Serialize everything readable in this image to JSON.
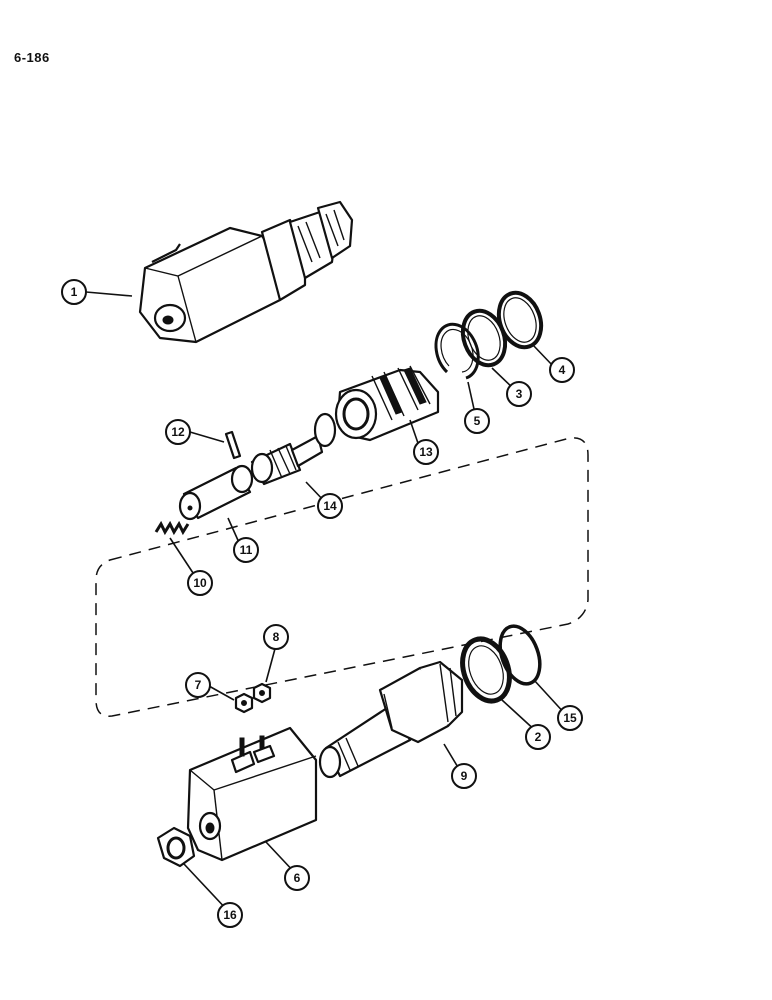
{
  "page": {
    "number": "6-186"
  },
  "callouts": [
    {
      "id": "1",
      "label": "1"
    },
    {
      "id": "2",
      "label": "2"
    },
    {
      "id": "3",
      "label": "3"
    },
    {
      "id": "4",
      "label": "4"
    },
    {
      "id": "5",
      "label": "5"
    },
    {
      "id": "6",
      "label": "6"
    },
    {
      "id": "7",
      "label": "7"
    },
    {
      "id": "8",
      "label": "8"
    },
    {
      "id": "9",
      "label": "9"
    },
    {
      "id": "10",
      "label": "10"
    },
    {
      "id": "11",
      "label": "11"
    },
    {
      "id": "12",
      "label": "12"
    },
    {
      "id": "13",
      "label": "13"
    },
    {
      "id": "14",
      "label": "14"
    },
    {
      "id": "15",
      "label": "15"
    },
    {
      "id": "16",
      "label": "16"
    }
  ]
}
